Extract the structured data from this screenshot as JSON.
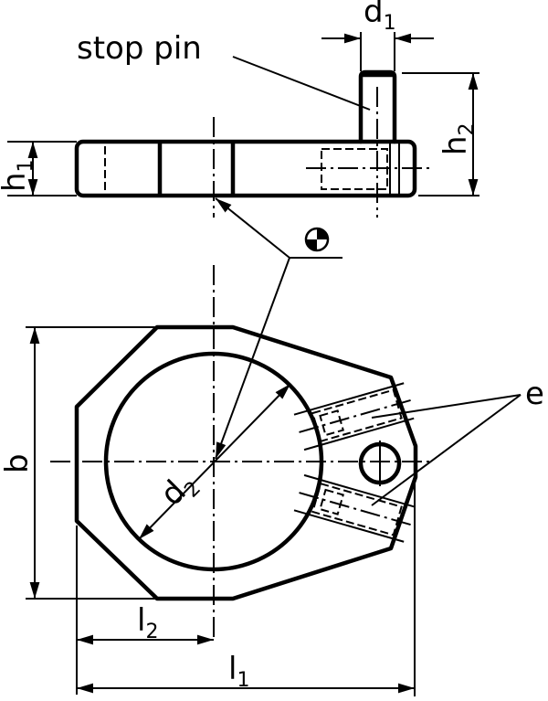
{
  "labels": {
    "stop_pin": "stop pin",
    "d1": {
      "main": "d",
      "sub": "1"
    },
    "h1": {
      "main": "h",
      "sub": "1"
    },
    "h2": {
      "main": "h",
      "sub": "2"
    },
    "d2": {
      "main": "d",
      "sub": "2"
    },
    "l1": {
      "main": "l",
      "sub": "1"
    },
    "l2": {
      "main": "l",
      "sub": "2"
    },
    "b": "b",
    "e": "e"
  },
  "symbols": {
    "datum": "datum-target-icon"
  }
}
